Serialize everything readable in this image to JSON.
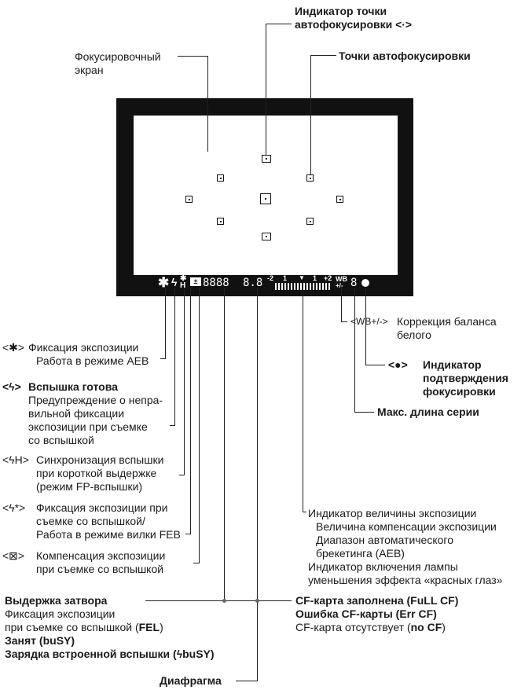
{
  "title": {
    "line1": "Индикатор точки",
    "line2": "автофокусировки <·>"
  },
  "focus_screen": {
    "line1": "Фокусировочный",
    "line2": "экран"
  },
  "af_points": {
    "label": "Точки автофокусировки"
  },
  "lcd": {
    "seg_shutter": "8888",
    "seg_aperture": "8.8",
    "scale_minus": "-2",
    "scale_m1": "1",
    "scale_p1": "1",
    "scale_plus": "+2",
    "wb_top": "WB",
    "wb_bottom": "+/-",
    "seg_burst": "8"
  },
  "ae_lock": {
    "symbol": "<✱>",
    "line1": "Фиксация экспозиции",
    "line2": "Работа в режиме AEB"
  },
  "flash_ready": {
    "symbol": "<ϟ>",
    "bold": "Вспышка готова",
    "l1": "Предупреждение о непра-",
    "l2": "вильной фиксации",
    "l3": "экспозиции при съемке",
    "l4": "со вспышкой"
  },
  "hss": {
    "symbol": "<ϟH>",
    "l1": "Синхронизация вспышки",
    "l2": "при короткой выдержке",
    "l3": "(режим FP-вспышки)"
  },
  "fel": {
    "symbol": "<ϟ*>",
    "l1": "Фиксация экспозиции при",
    "l2": "съемке со вспышкой/",
    "l3": "Работа в режиме вилки FEB"
  },
  "fec": {
    "symbol": "<⊠>",
    "l1": "Компенсация экспозиции",
    "l2": "при съемке со вспышкой"
  },
  "shutter": {
    "bold1": "Выдержка затвора",
    "l2": "Фиксация экспозиции",
    "l3a": "при съемке со вспышкой (",
    "l3b": "FEL",
    "l3c": ")",
    "l4a": "Занят (",
    "l4b": "buSY",
    "l4c": ")",
    "l5": "Зарядка встроенной вспышки (ϟbuSY)"
  },
  "aperture": {
    "label": "Диафрагма"
  },
  "focus_confirm": {
    "symbol": "<●>",
    "l1": "Индикатор",
    "l2": "подтверждения",
    "l3": "фокусировки"
  },
  "max_burst": {
    "label": "Макс. длина серии"
  },
  "wb_corr": {
    "symbol": "<WB+/->",
    "l1": "Коррекция баланса",
    "l2": "белого"
  },
  "exposure": {
    "l1": "Индикатор величины экспозиции",
    "l2": "Величина компенсации экспозиции",
    "l3": "Диапазон автоматического",
    "l4": "брекетинга (AEB)",
    "l5": "Индикатор включения лампы",
    "l6": "уменьшения эффекта «красных глаз»"
  },
  "cf": {
    "l1a": "CF-карта заполнена (",
    "l1b": "FuLL CF",
    "l1c": ")",
    "l2": "Ошибка CF-карты (Err CF)",
    "l3a": "CF-карта отсутствует (",
    "l3b": "no CF",
    "l3c": ")"
  }
}
